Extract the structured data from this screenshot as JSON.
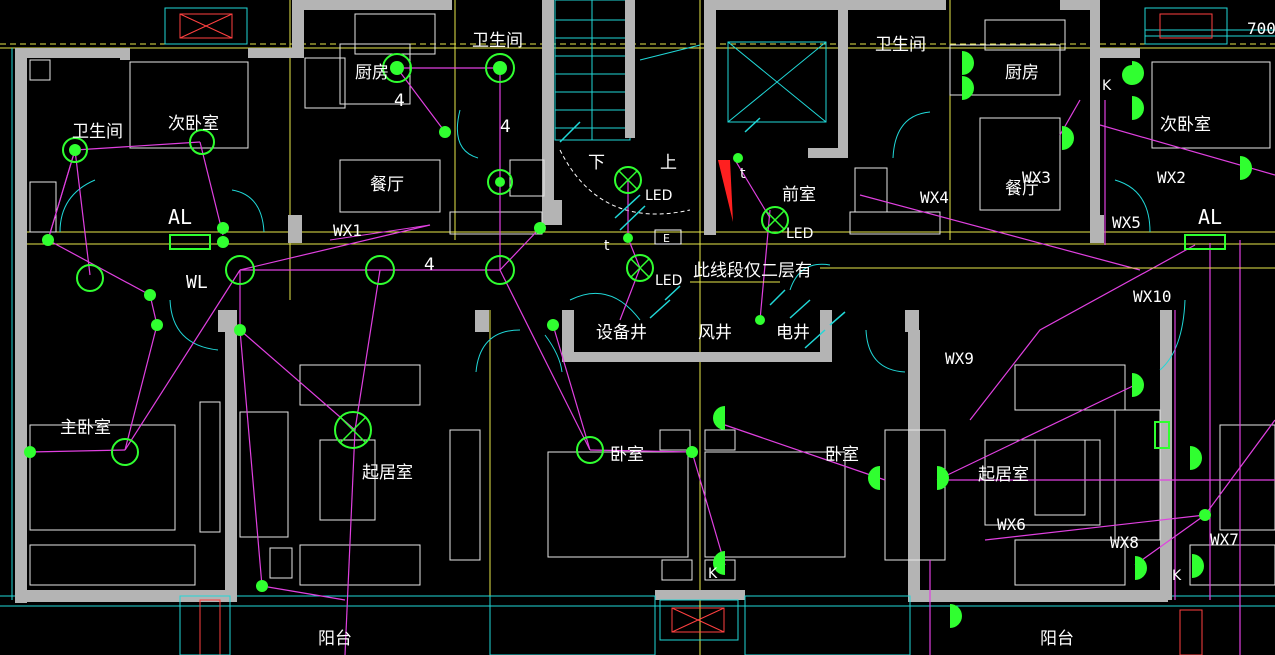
{
  "colors": {
    "background": "#000000",
    "wall": "#b4b4b4",
    "wire": "#e040e0",
    "fixture": "#30ff30",
    "gridline_yellow": "#e8e84a",
    "gridline_cyan": "#20d8d8",
    "furniture": "#e6e6e6",
    "arrow_red": "#ff2020",
    "text": "#ffffff"
  },
  "dimension_text": "700",
  "rooms": {
    "bathroom_left": "卫生间",
    "second_bedroom_left": "次卧室",
    "kitchen_left": "厨房",
    "bathroom_mid": "卫生间",
    "dining_left": "餐厅",
    "stair_down": "下",
    "stair_up": "上",
    "front_room": "前室",
    "bathroom_right": "卫生间",
    "kitchen_right": "厨房",
    "dining_right": "餐厅",
    "second_bedroom_right": "次卧室",
    "equipment_shaft": "设备井",
    "air_shaft": "风井",
    "electric_shaft": "电井",
    "master_bedroom": "主卧室",
    "living_left": "起居室",
    "bedroom_mid_left": "卧室",
    "bedroom_mid_right": "卧室",
    "living_right": "起居室",
    "balcony_left": "阳台",
    "balcony_right": "阳台"
  },
  "panels": {
    "al_left": "AL",
    "al_right": "AL",
    "wl": "WL"
  },
  "wires": {
    "wx1": "WX1",
    "wx2": "WX2",
    "wx3": "WX3",
    "wx4": "WX4",
    "wx5": "WX5",
    "wx6": "WX6",
    "wx7": "WX7",
    "wx8": "WX8",
    "wx9": "WX9",
    "wx10": "WX10"
  },
  "numbers": {
    "n4_kitchen": "4",
    "n4_bath": "4",
    "n4_corridor": "4"
  },
  "led_labels": [
    "LED",
    "LED",
    "LED"
  ],
  "note_text": "此线段仅二层有",
  "small_marks": {
    "e_box": "E",
    "t_left": "t",
    "t_right": "t",
    "k_right_top": "K",
    "k_right_bottom": "K",
    "k_left_bottom": "K"
  }
}
